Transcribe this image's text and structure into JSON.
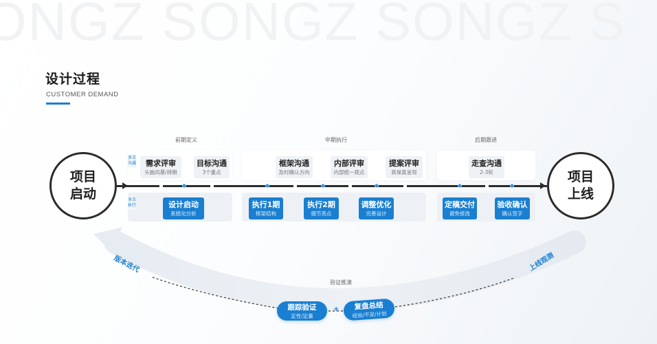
{
  "watermark": "ONGZ SONGZ SONGZ S",
  "header": {
    "title": "设计过程",
    "subtitle": "CUSTOMER DEMAND"
  },
  "colors": {
    "accent": "#1a7fd0",
    "line": "#2b2b2b",
    "chip_bg": "#eef1f5",
    "panel_bottom_bg": "#edf1f5"
  },
  "phases": [
    {
      "label": "前期定义"
    },
    {
      "label": "中期执行"
    },
    {
      "label": "后期跟进"
    }
  ],
  "start_node": {
    "line1": "项目",
    "line2": "启动"
  },
  "end_node": {
    "line1": "项目",
    "line2": "上线"
  },
  "side_tags": {
    "top": "多次沟通",
    "bottom": "多次执行"
  },
  "top_steps": [
    {
      "title": "需求评审",
      "sub": "头脑风暴/排期"
    },
    {
      "title": "目标沟通",
      "sub": "3个重点"
    },
    {
      "title": "框架沟通",
      "sub": "及时确认方向"
    },
    {
      "title": "内部评审",
      "sub": "内部统一观点"
    },
    {
      "title": "提案评审",
      "sub": "高保真呈现"
    },
    {
      "title": "走查沟通",
      "sub": "2-3轮"
    }
  ],
  "bottom_steps": [
    {
      "title": "设计启动",
      "sub": "系统化分析"
    },
    {
      "title": "执行1期",
      "sub": "框架结构"
    },
    {
      "title": "执行2期",
      "sub": "细节亮点"
    },
    {
      "title": "调整优化",
      "sub": "完善设计"
    },
    {
      "title": "定稿交付",
      "sub": "避免修改"
    },
    {
      "title": "验收确认",
      "sub": "确认签字"
    }
  ],
  "loop": {
    "left_label": "版本迭代",
    "right_label": "上线观测",
    "center_label": "验证推演",
    "pills": [
      {
        "title": "跟踪验证",
        "sub": "定性/定量"
      },
      {
        "title": "复盘总结",
        "sub": "经验/不足/计划"
      }
    ],
    "connector": "+"
  }
}
